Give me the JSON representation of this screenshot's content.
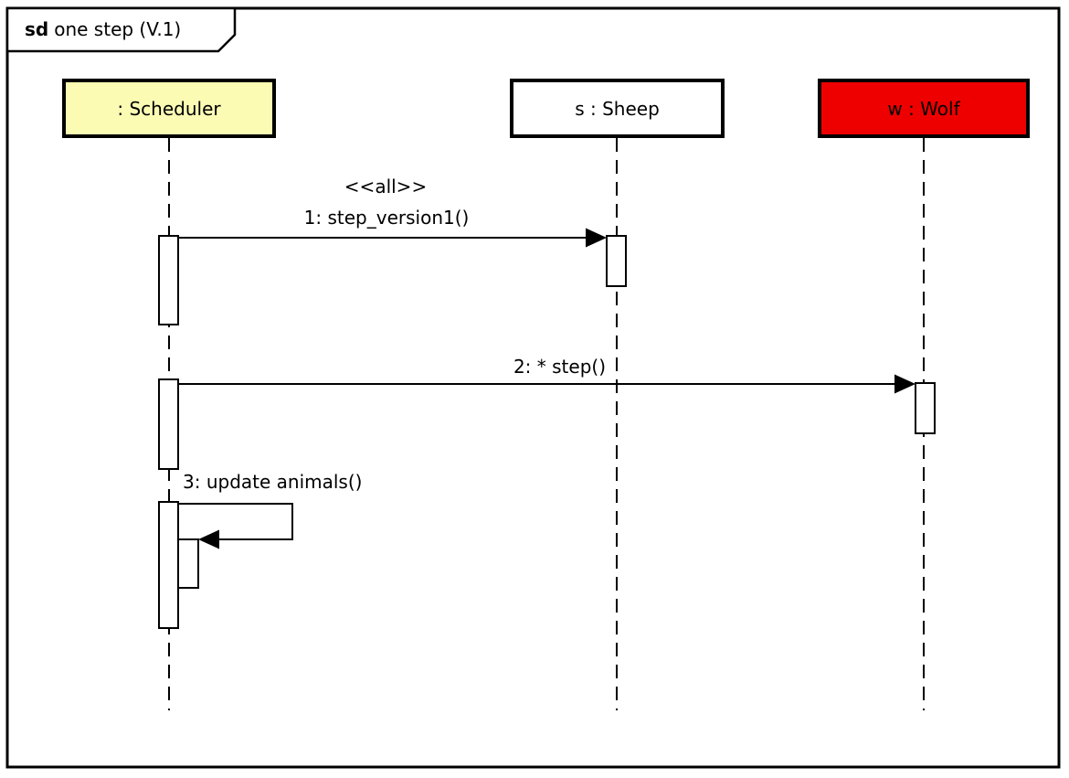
{
  "frame": {
    "keyword": "sd",
    "title": "one step (V.1)"
  },
  "lifelines": [
    {
      "name": ": Scheduler",
      "fill": "#FBFBB4",
      "text_color": "#000000"
    },
    {
      "name": "s : Sheep",
      "fill": "#FFFFFF",
      "text_color": "#000000"
    },
    {
      "name": "w : Wolf",
      "fill": "#EE0000",
      "text_color": "#000000"
    }
  ],
  "messages": [
    {
      "stereotype": "<<all>>",
      "label": "1: step_version1()",
      "from": ": Scheduler",
      "to": "s : Sheep",
      "kind": "synchronous-call"
    },
    {
      "label": "2: * step()",
      "from": ": Scheduler",
      "to": "w : Wolf",
      "kind": "synchronous-call"
    },
    {
      "label": "3: update animals()",
      "from": ": Scheduler",
      "to": ": Scheduler",
      "kind": "self-call"
    }
  ],
  "colors": {
    "line": "#000000",
    "background": "#FFFFFF",
    "scheduler_fill": "#FBFBB4",
    "wolf_fill": "#EE0000"
  }
}
